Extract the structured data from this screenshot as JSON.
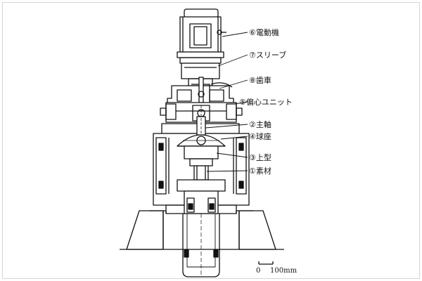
{
  "diagram": {
    "parts": [
      {
        "id": "motor",
        "label": "⑥電動機"
      },
      {
        "id": "sleeve",
        "label": "⑦スリーブ"
      },
      {
        "id": "gear",
        "label": "⑧歯車"
      },
      {
        "id": "eccentric",
        "label": "⑤偏心ユニット"
      },
      {
        "id": "spindle",
        "label": "②主軸"
      },
      {
        "id": "ball_seat",
        "label": "④球座"
      },
      {
        "id": "upper_die",
        "label": "③上型"
      },
      {
        "id": "workpiece",
        "label": "①素材"
      }
    ],
    "scale_bar": {
      "zero": "0",
      "length": "100mm"
    }
  },
  "colors": {
    "ink": "#111111",
    "paper": "#ffffff"
  }
}
